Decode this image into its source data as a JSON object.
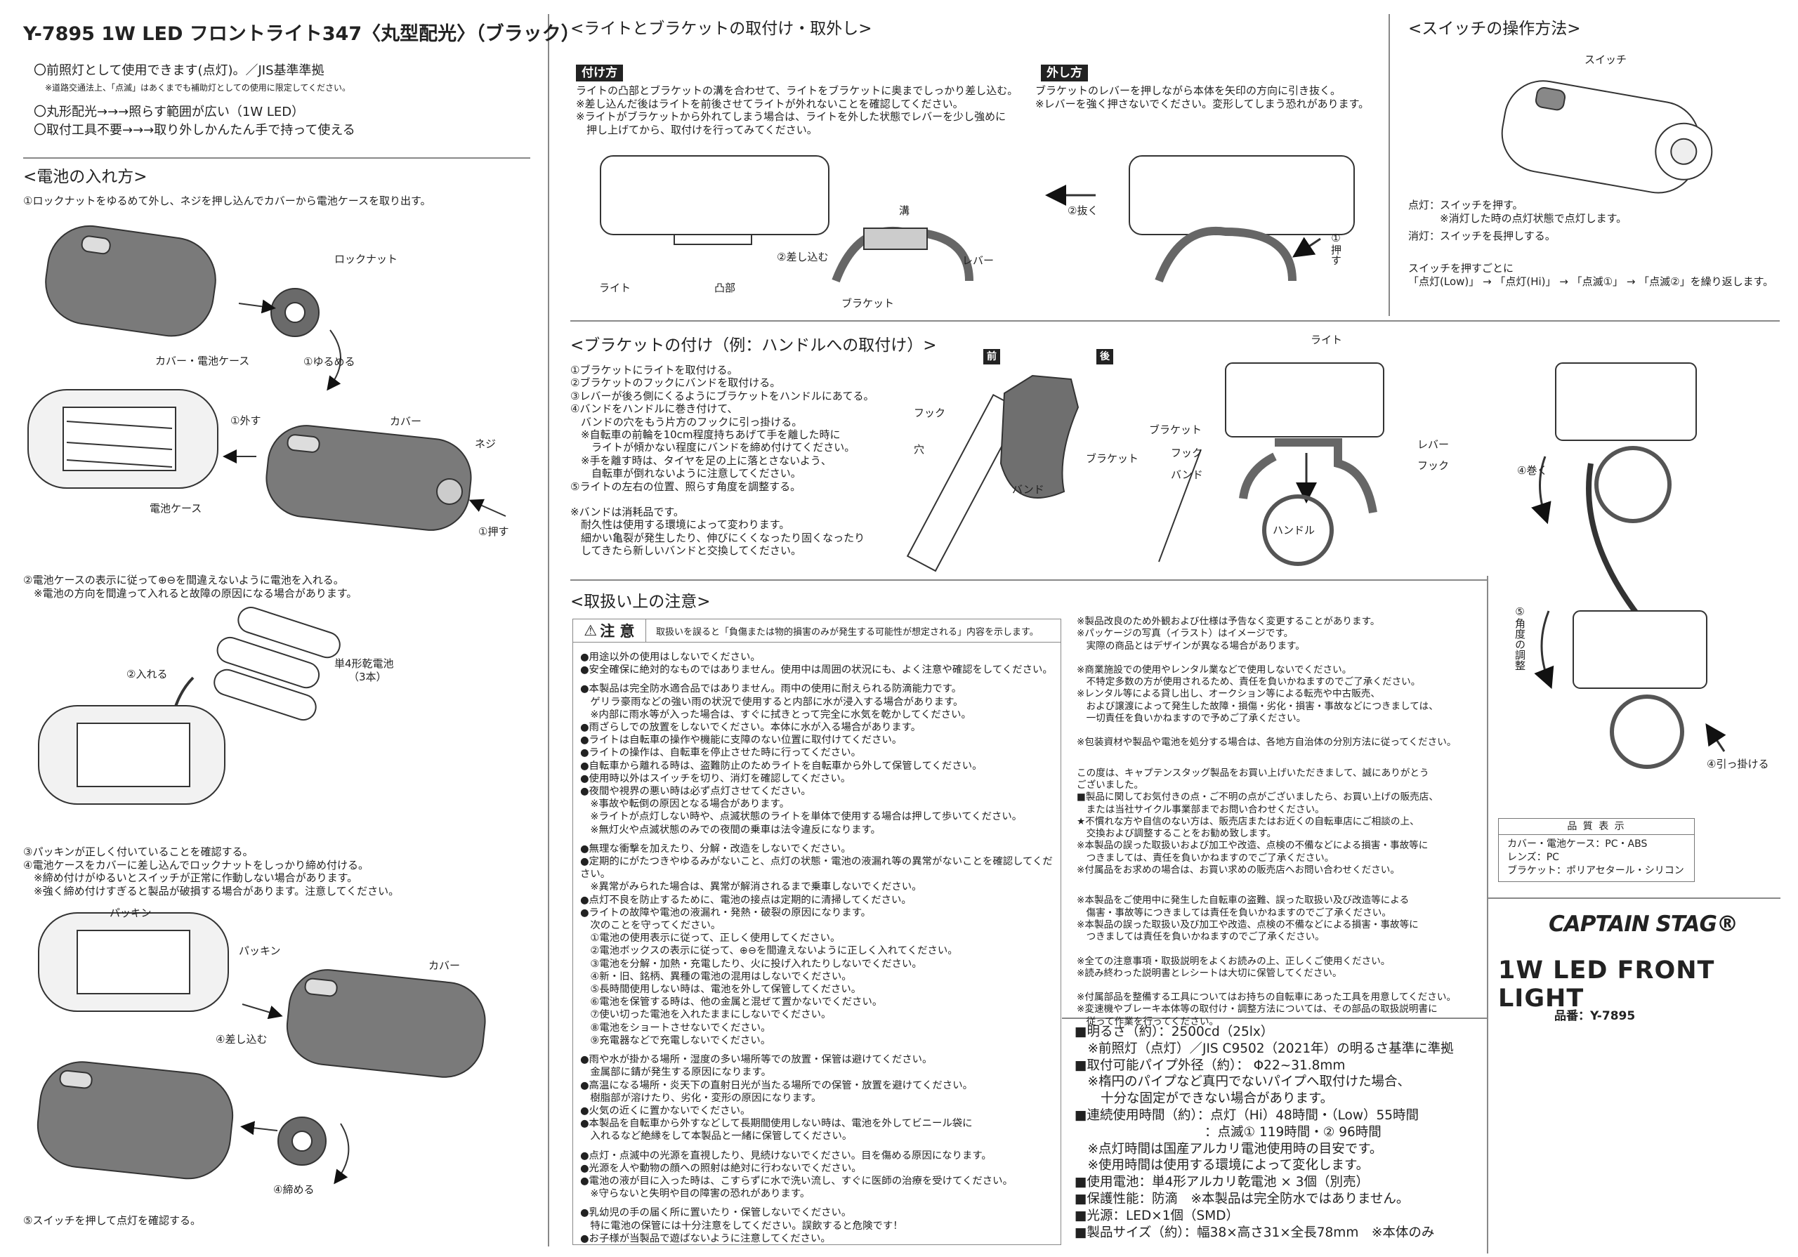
{
  "header": {
    "title": "Y-7895 1W LED フロントライト347〈丸型配光〉（ブラック）",
    "features": [
      "〇前照灯として使用できます(点灯)。／JIS基準準拠",
      "※道路交通法上、「点滅」はあくまでも補助灯としての使用に限定してください。",
      "〇丸形配光→→→照らす範囲が広い（1W LED）",
      "〇取付工具不要→→→取り外しかんたん手で持って使える"
    ]
  },
  "battery": {
    "heading": "<電池の入れ方>",
    "step1": "①ロックナットをゆるめて外し、ネジを押し込んでカバーから電池ケースを取り出す。",
    "step2": "②電池ケースの表示に従って⊕⊖を間違えないように電池を入れる。\n　※電池の方向を間違って入れると故障の原因になる場合があります。",
    "step34": "③パッキンが正しく付いていることを確認する。\n④電池ケースをカバーに差し込んでロックナットをしっかり締め付ける。\n　※締め付けがゆるいとスイッチが正常に作動しない場合があります。\n　※強く締め付けすぎると製品が破損する場合があります。注意してください。",
    "step5": "⑤スイッチを押して点灯を確認する。",
    "labels": {
      "locknut": "ロックナット",
      "loosen": "①ゆるめる",
      "cover_case": "カバー・電池ケース",
      "remove": "①外す",
      "cover": "カバー",
      "screw": "ネジ",
      "case": "電池ケース",
      "push": "①押す",
      "insert": "②入れる",
      "aaa": "単4形乾電池",
      "aaa_count": "（3本）",
      "packing1": "パッキン",
      "packing2": "パッキン",
      "cover2": "カバー",
      "insert2": "④差し込む",
      "tighten": "④締める"
    }
  },
  "mount": {
    "heading": "<ライトとブラケットの取付け・取外し>",
    "attach_tag": "付け方",
    "attach_text": "ライトの凸部とブラケットの溝を合わせて、ライトをブラケットに奥までしっかり差し込む。\n※差し込んだ後はライトを前後させてライトが外れないことを確認してください。\n※ライトがブラケットから外れてしまう場合は、ライトを外した状態でレバーを少し強めに\n　押し上げてから、取付けを行ってみてください。",
    "detach_tag": "外し方",
    "detach_text": "ブラケットのレバーを押しながら本体を矢印の方向に引き抜く。\n※レバーを強く押さないでください。変形してしまう恐れがあります。",
    "labels": {
      "groove": "溝",
      "insert": "②差し込む",
      "lever": "レバー",
      "light": "ライト",
      "boss": "凸部",
      "bracket": "ブラケット",
      "pull": "②抜く",
      "push": "①押す"
    }
  },
  "switch": {
    "heading": "<スイッチの操作方法>",
    "label": "スイッチ",
    "on": "点灯：スイッチを押す。\n　　　※消灯した時の点灯状態で点灯します。",
    "off": "消灯：スイッチを長押しする。",
    "cycle": "スイッチを押すごとに\n「点灯(Low)」 → 「点灯(Hi)」 → 「点滅①」 → 「点滅②」を繰り返します。"
  },
  "bracket": {
    "heading": "<ブラケットの付け（例：ハンドルへの取付け）>",
    "steps": "①ブラケットにライトを取付ける。\n②ブラケットのフックにバンドを取付ける。\n③レバーが後ろ側にくるようにブラケットをハンドルにあてる。\n④バンドをハンドルに巻き付けて、\n　バンドの穴をもう片方のフックに引っ掛ける。\n　※自転車の前輪を10cm程度持ちあげて手を離した時に\n　　ライトが傾かない程度にバンドを締め付けてください。\n　※手を離す時は、タイヤを足の上に落とさないよう、\n　　自転車が倒れないように注意してください。\n⑤ライトの左右の位置、照らす角度を調整する。",
    "band_note": "※バンドは消耗品です。\n　耐久性は使用する環境によって変わります。\n　細かい亀裂が発生したり、伸びにくくなったり固くなったり\n　してきたら新しいバンドと交換してください。",
    "labels": {
      "front": "前",
      "rear": "後",
      "hook": "フック",
      "hole": "穴",
      "bracket": "ブラケット",
      "band": "バンド",
      "light": "ライト",
      "bracket2": "ブラケット",
      "hook2": "フック",
      "band2": "バンド",
      "lever": "レバー",
      "hook3": "フック",
      "handle": "ハンドル",
      "wrap": "④巻く",
      "angle": "⑤角度の調整",
      "hang": "④引っ掛ける"
    }
  },
  "caution": {
    "heading": "<取扱い上の注意>",
    "title": "注 意",
    "desc": "取扱いを誤ると「負傷または物的損害のみが発生する可能性が想定される」内容を示します。",
    "groups": [
      "●用途以外の使用はしないでください。\n●安全確保に絶対的なものではありません。使用中は周囲の状況にも、よく注意や確認をしてください。",
      "●本製品は完全防水適合品ではありません。雨中の使用に耐えられる防滴能力です。\n　ゲリラ豪雨などの強い雨の状況で使用すると内部に水が浸入する場合があります。\n　※内部に雨水等が入った場合は、すぐに拭きとって完全に水気を乾かしてください。\n●雨ざらしでの放置をしないでください。本体に水が入る場合があります。\n●ライトは自転車の操作や機能に支障のない位置に取付けてください。\n●ライトの操作は、自転車を停止させた時に行ってください。\n●自転車から離れる時は、盗難防止のためライトを自転車から外して保管してください。\n●使用時以外はスイッチを切り、消灯を確認してください。\n●夜間や視界の悪い時は必ず点灯させてください。\n　※事故や転倒の原因となる場合があります。\n　※ライトが点灯しない時や、点滅状態のライトを単体で使用する場合は押して歩いてください。\n　※無灯火や点滅状態のみでの夜間の乗車は法令違反になります。",
      "●無理な衝撃を加えたり、分解・改造をしないでください。\n●定期的にがたつきやゆるみがないこと、点灯の状態・電池の液漏れ等の異常がないことを確認してください。\n　※異常がみられた場合は、異常が解消されるまで乗車しないでください。\n●点灯不良を防止するために、電池の接点は定期的に清掃してください。\n●ライトの故障や電池の液漏れ・発熱・破裂の原因になります。\n　次のことを守ってください。\n　①電池の使用表示に従って、正しく使用してください。\n　②電池ボックスの表示に従って、⊕⊖を間違えないように正しく入れてください。\n　③電池を分解・加熱・充電したり、火に投げ入れたりしないでください。\n　④新・旧、銘柄、異種の電池の混用はしないでください。\n　⑤長時間使用しない時は、電池を外して保管してください。\n　⑥電池を保管する時は、他の金属と混ぜて置かないでください。\n　⑦使い切った電池を入れたままにしないでください。\n　⑧電池をショートさせないでください。\n　⑨充電器などで充電しないでください。",
      "●雨や水が掛かる場所・湿度の多い場所等での放置・保管は避けてください。\n　金属部に錆が発生する原因になります。\n●高温になる場所・炎天下の直射日光が当たる場所での保管・放置を避けてください。\n　樹脂部が溶けたり、劣化・変形の原因になります。\n●火気の近くに置かないでください。\n●本製品を自転車から外すなどして長期間使用しない時は、電池を外してビニール袋に\n　入れるなど絶縁をして本製品と一緒に保管してください。",
      "●点灯・点滅中の光源を直視したり、見続けないでください。目を傷める原因になります。\n●光源を人や動物の顔への照射は絶対に行わないでください。\n●電池の液が目に入った時は、こすらずに水で洗い流し、すぐに医師の治療を受けてください。\n　※守らないと失明や目の障害の恐れがあります。",
      "●乳幼児の手の届く所に置いたり・保管しないでください。\n　特に電池の保管には十分注意をしてください。誤飲すると危険です！\n●お子様が当製品で遊ばないように注意してください。"
    ]
  },
  "notes": [
    "※製品改良のため外観および仕様は予告なく変更することがあります。\n※パッケージの写真（イラスト）はイメージです。\n　実際の商品とはデザインが異なる場合があります。",
    "※商業施設での使用やレンタル業などで使用しないでください。\n　不特定多数の方が使用されるため、責任を負いかねますのでご了承ください。\n※レンタル等による貸し出し、オークション等による転売や中古販売、\n　および譲渡によって発生した故障・損傷・劣化・損害・事故などにつきましては、\n　一切責任を負いかねますので予めご了承ください。",
    "※包装資材や製品や電池を処分する場合は、各地方自治体の分別方法に従ってください。",
    "この度は、キャプテンスタッグ製品をお買い上げいただきまして、誠にありがとう\nございました。\n■製品に関してお気付きの点・ご不明の点がございましたら、お買い上げの販売店、\n　または当社サイクル事業部までお問い合わせください。\n★不慣れな方や自信のない方は、販売店またはお近くの自転車店にご相談の上、\n　交換および調整することをお勧め致します。\n※本製品の誤った取扱いおよび加工や改造、点検の不備などによる損害・事故等に\n　つきましては、責任を負いかねますのでご了承ください。\n※付属品をお求めの場合は、お買い求めの販売店へお問い合わせください。",
    "※本製品をご使用中に発生した自転車の盗難、誤った取扱い及び改造等による\n　傷害・事故等につきましては責任を負いかねますのでご了承ください。\n※本製品の誤った取扱い及び加工や改造、点検の不備などによる損害・事故等に\n　つきましては責任を負いかねますのでご了承ください。",
    "※全ての注意事項・取扱説明をよくお読みの上、正しくご使用ください。\n※読み終わった説明書とレシートは大切に保管してください。",
    "※付属部品を整備する工具についてはお持ちの自転車にあった工具を用意してください。\n※変速機やブレーキ本体等の取付け・調整方法については、その部品の取扱説明書に\n　従って作業を行ってください。"
  ],
  "specs": "■明るさ（約）：2500cd（25lx）\n　※前照灯（点灯）／JIS C9502（2021年）の明るさ基準に準拠\n■取付可能パイプ外径（約）： Φ22~31.8mm\n　※楕円のパイプなど真円でないパイプへ取付けた場合、\n　　十分な固定ができない場合があります。\n■連続使用時間（約）：点灯（Hi）48時間・（Low）55時間\n　　　　　　　　　　：点滅① 119時間・② 96時間\n　※点灯時間は国産アルカリ電池使用時の目安です。\n　※使用時間は使用する環境によって変化します。\n■使用電池：単4形アルカリ乾電池 × 3個（別売）\n■保護性能：防滴　※本製品は完全防水ではありません。\n■光源：LED×1個（SMD）\n■製品サイズ（約）：幅38×高さ31×全長78mm　※本体のみ",
  "quality": {
    "title": "品 質 表 示",
    "body": "カバー・電池ケース：PC・ABS\nレンズ：PC\nブラケット：ポリアセタール・シリコン"
  },
  "brand": {
    "logo": "CAPTAIN STAG®",
    "product": "1W LED FRONT LIGHT",
    "model": "品番：Y-7895"
  }
}
